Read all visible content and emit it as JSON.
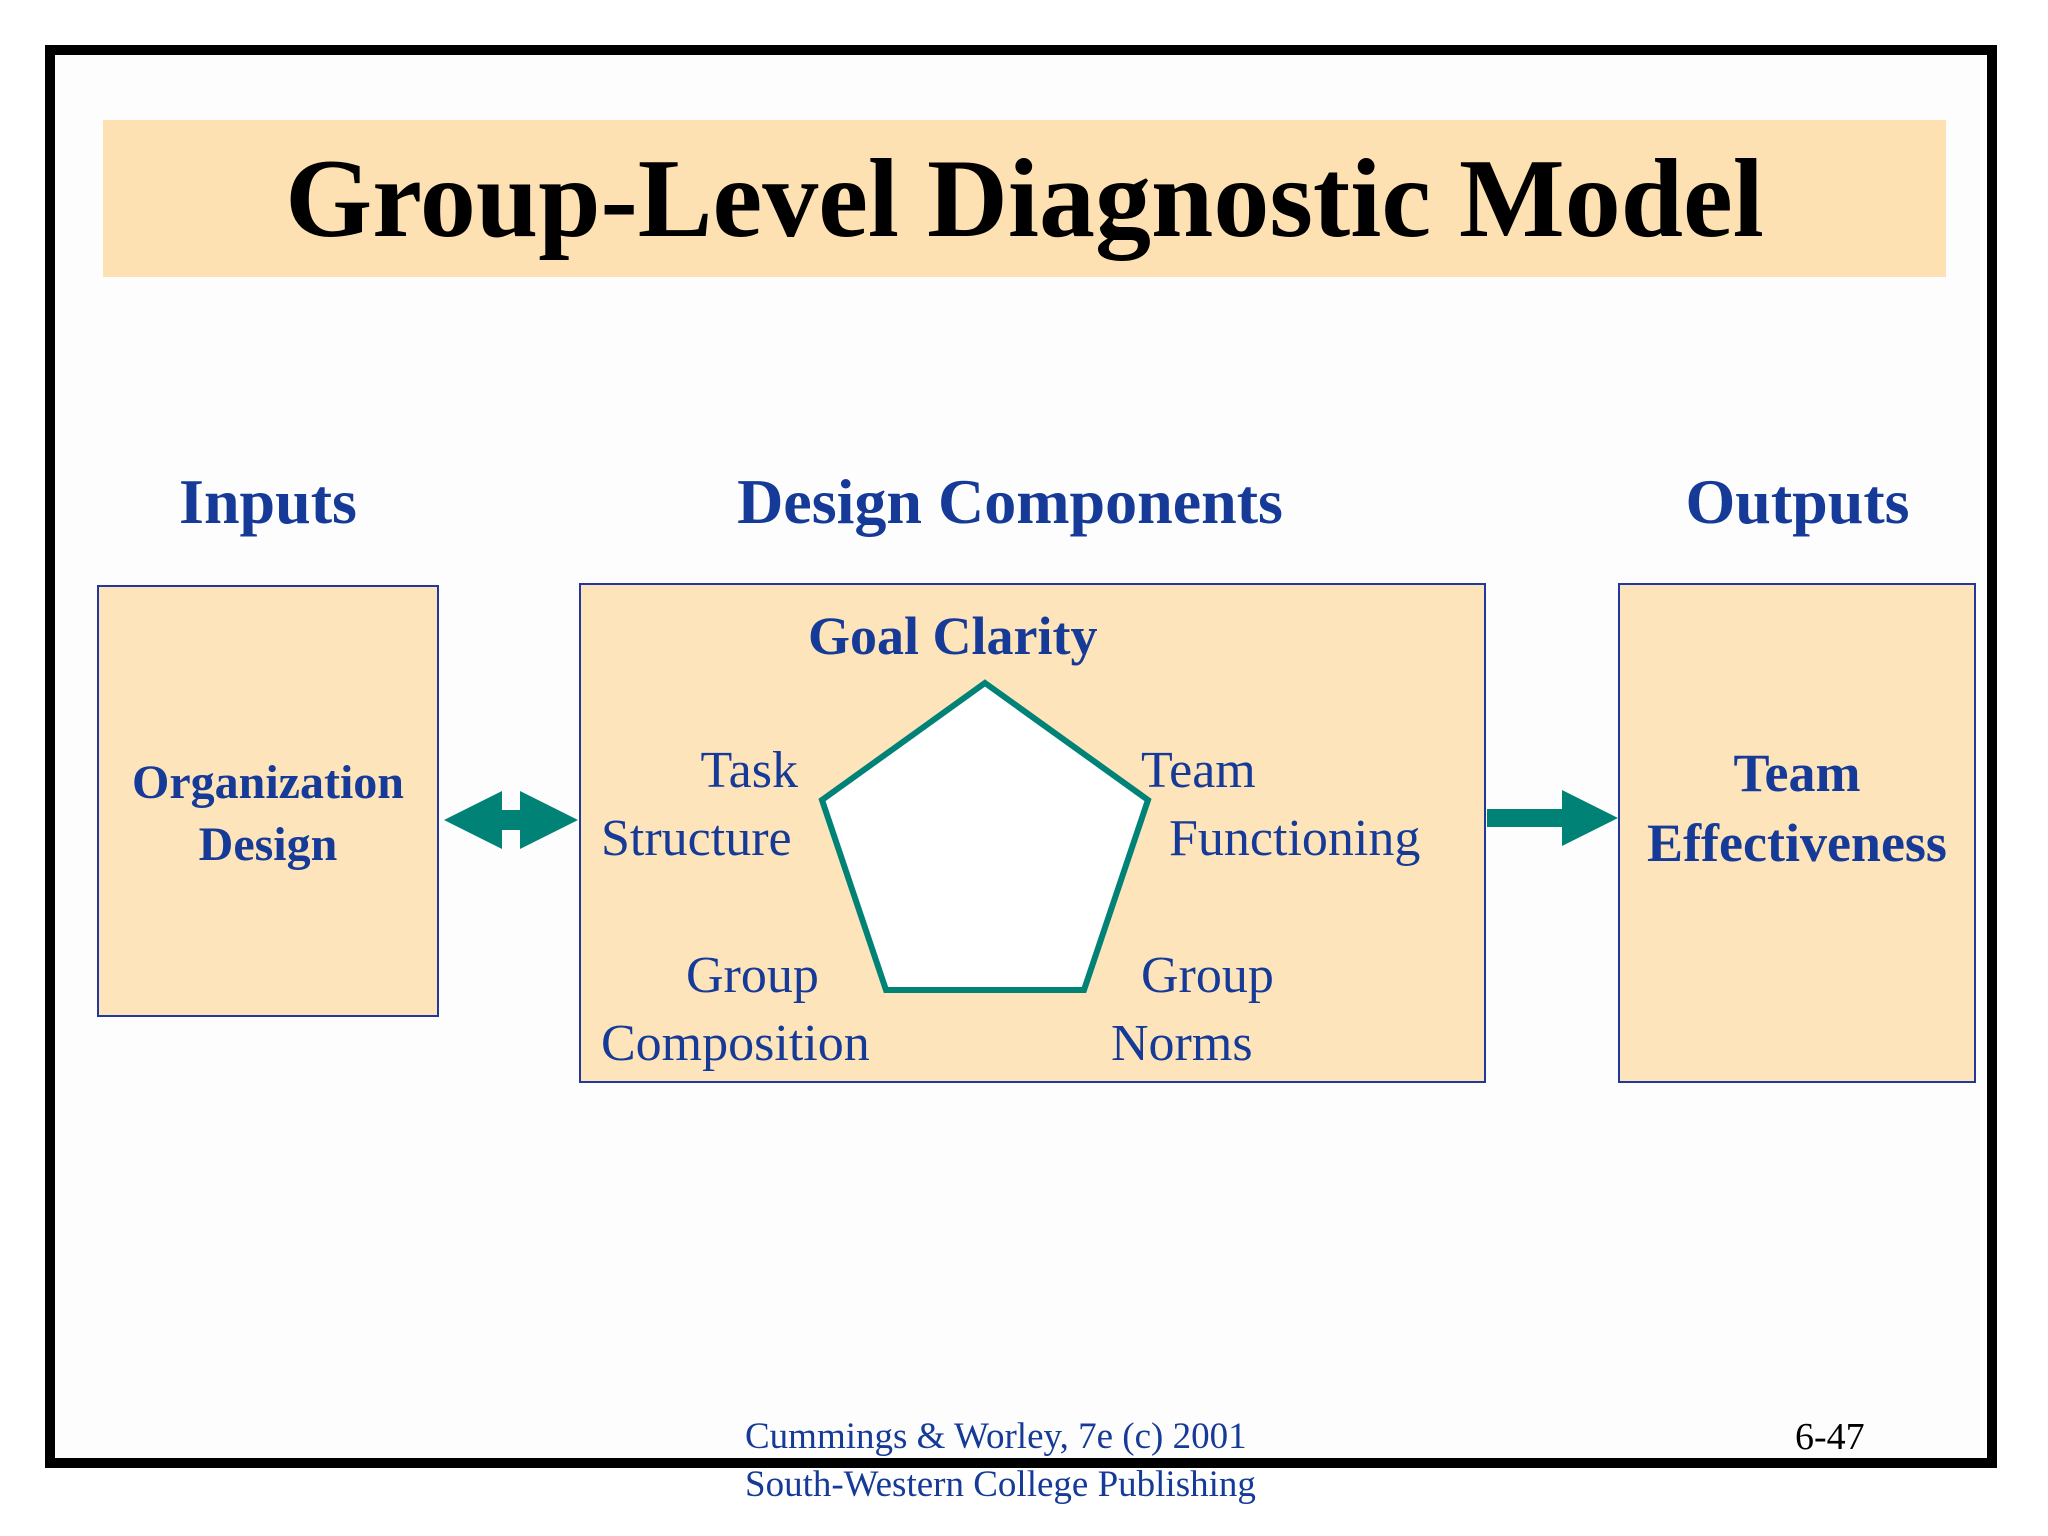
{
  "title": "Group-Level Diagnostic Model",
  "columns": {
    "inputs": "Inputs",
    "design": "Design Components",
    "outputs": "Outputs"
  },
  "inputs_box": {
    "line1": "Organization",
    "line2": "Design"
  },
  "design_box": {
    "goal": "Goal Clarity",
    "task": {
      "line1": "Task",
      "line2": "Structure"
    },
    "team": {
      "line1": "Team",
      "line2": "Functioning"
    },
    "composition": {
      "line1": "Group",
      "line2": "Composition"
    },
    "norms": {
      "line1": "Group",
      "line2": "Norms"
    }
  },
  "outputs_box": {
    "line1": "Team",
    "line2": "Effectiveness"
  },
  "footer": {
    "line1": "Cummings & Worley, 7e  (c) 2001",
    "line2": "South-Western College Publishing"
  },
  "page_number": "6-47",
  "colors": {
    "title_band": "#fde1b2",
    "box_fill": "#fde4bb",
    "text_blue": "#163a97",
    "arrow_teal": "#008277"
  }
}
